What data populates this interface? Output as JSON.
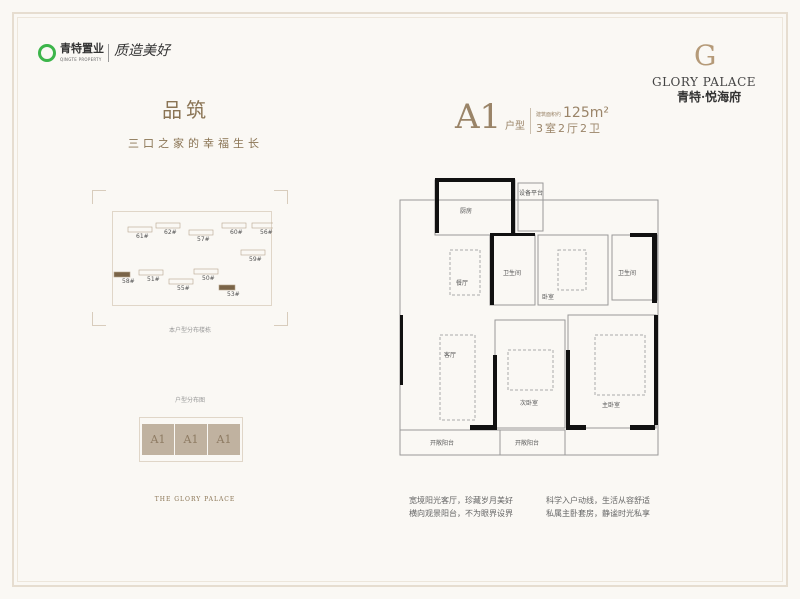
{
  "brand": {
    "name": "青特置业",
    "name_en": "QINGTE PROPERTY",
    "slogan": "质造美好",
    "logo_color": "#3cb54a"
  },
  "section": {
    "title": "品筑",
    "tagline": "三口之家的幸福生长"
  },
  "distribution_map": {
    "caption": "本户型分布楼栋",
    "buildings": [
      "61#",
      "62#",
      "57#",
      "60#",
      "56#",
      "59#",
      "51#",
      "58#",
      "55#",
      "50#",
      "53#"
    ],
    "highlighted": [
      "58#",
      "53#"
    ]
  },
  "unit_layout": {
    "caption": "户型分布图",
    "units": [
      "A1",
      "A1",
      "A1"
    ]
  },
  "footer": "THE GLORY PALACE",
  "project": {
    "logo_letter": "G",
    "name_en": "GLORY PALACE",
    "name_cn": "青特·悦海府"
  },
  "unit": {
    "type": "A1",
    "type_suffix": "户型",
    "area_label": "建筑面积约",
    "area": "125m²",
    "rooms": "3室2厅2卫"
  },
  "floorplan": {
    "rooms": {
      "kitchen": "厨房",
      "equipment": "设备平台",
      "bath1": "卫生间",
      "dining": "餐厅",
      "bedroom3": "卧室",
      "bath2": "卫生间",
      "living": "客厅",
      "bedroom2": "次卧室",
      "master": "主卧室",
      "balcony1": "开敞阳台",
      "balcony2": "开敞阳台"
    }
  },
  "descriptions": {
    "left": [
      "宽境阳光客厅，珍藏岁月美好",
      "横向观景阳台，不为眼界设界"
    ],
    "right": [
      "科学入户动线，生活从容舒适",
      "私属主卧套房，静谧时光私享"
    ]
  },
  "colors": {
    "accent": "#9a8468",
    "background": "#faf8f4"
  }
}
